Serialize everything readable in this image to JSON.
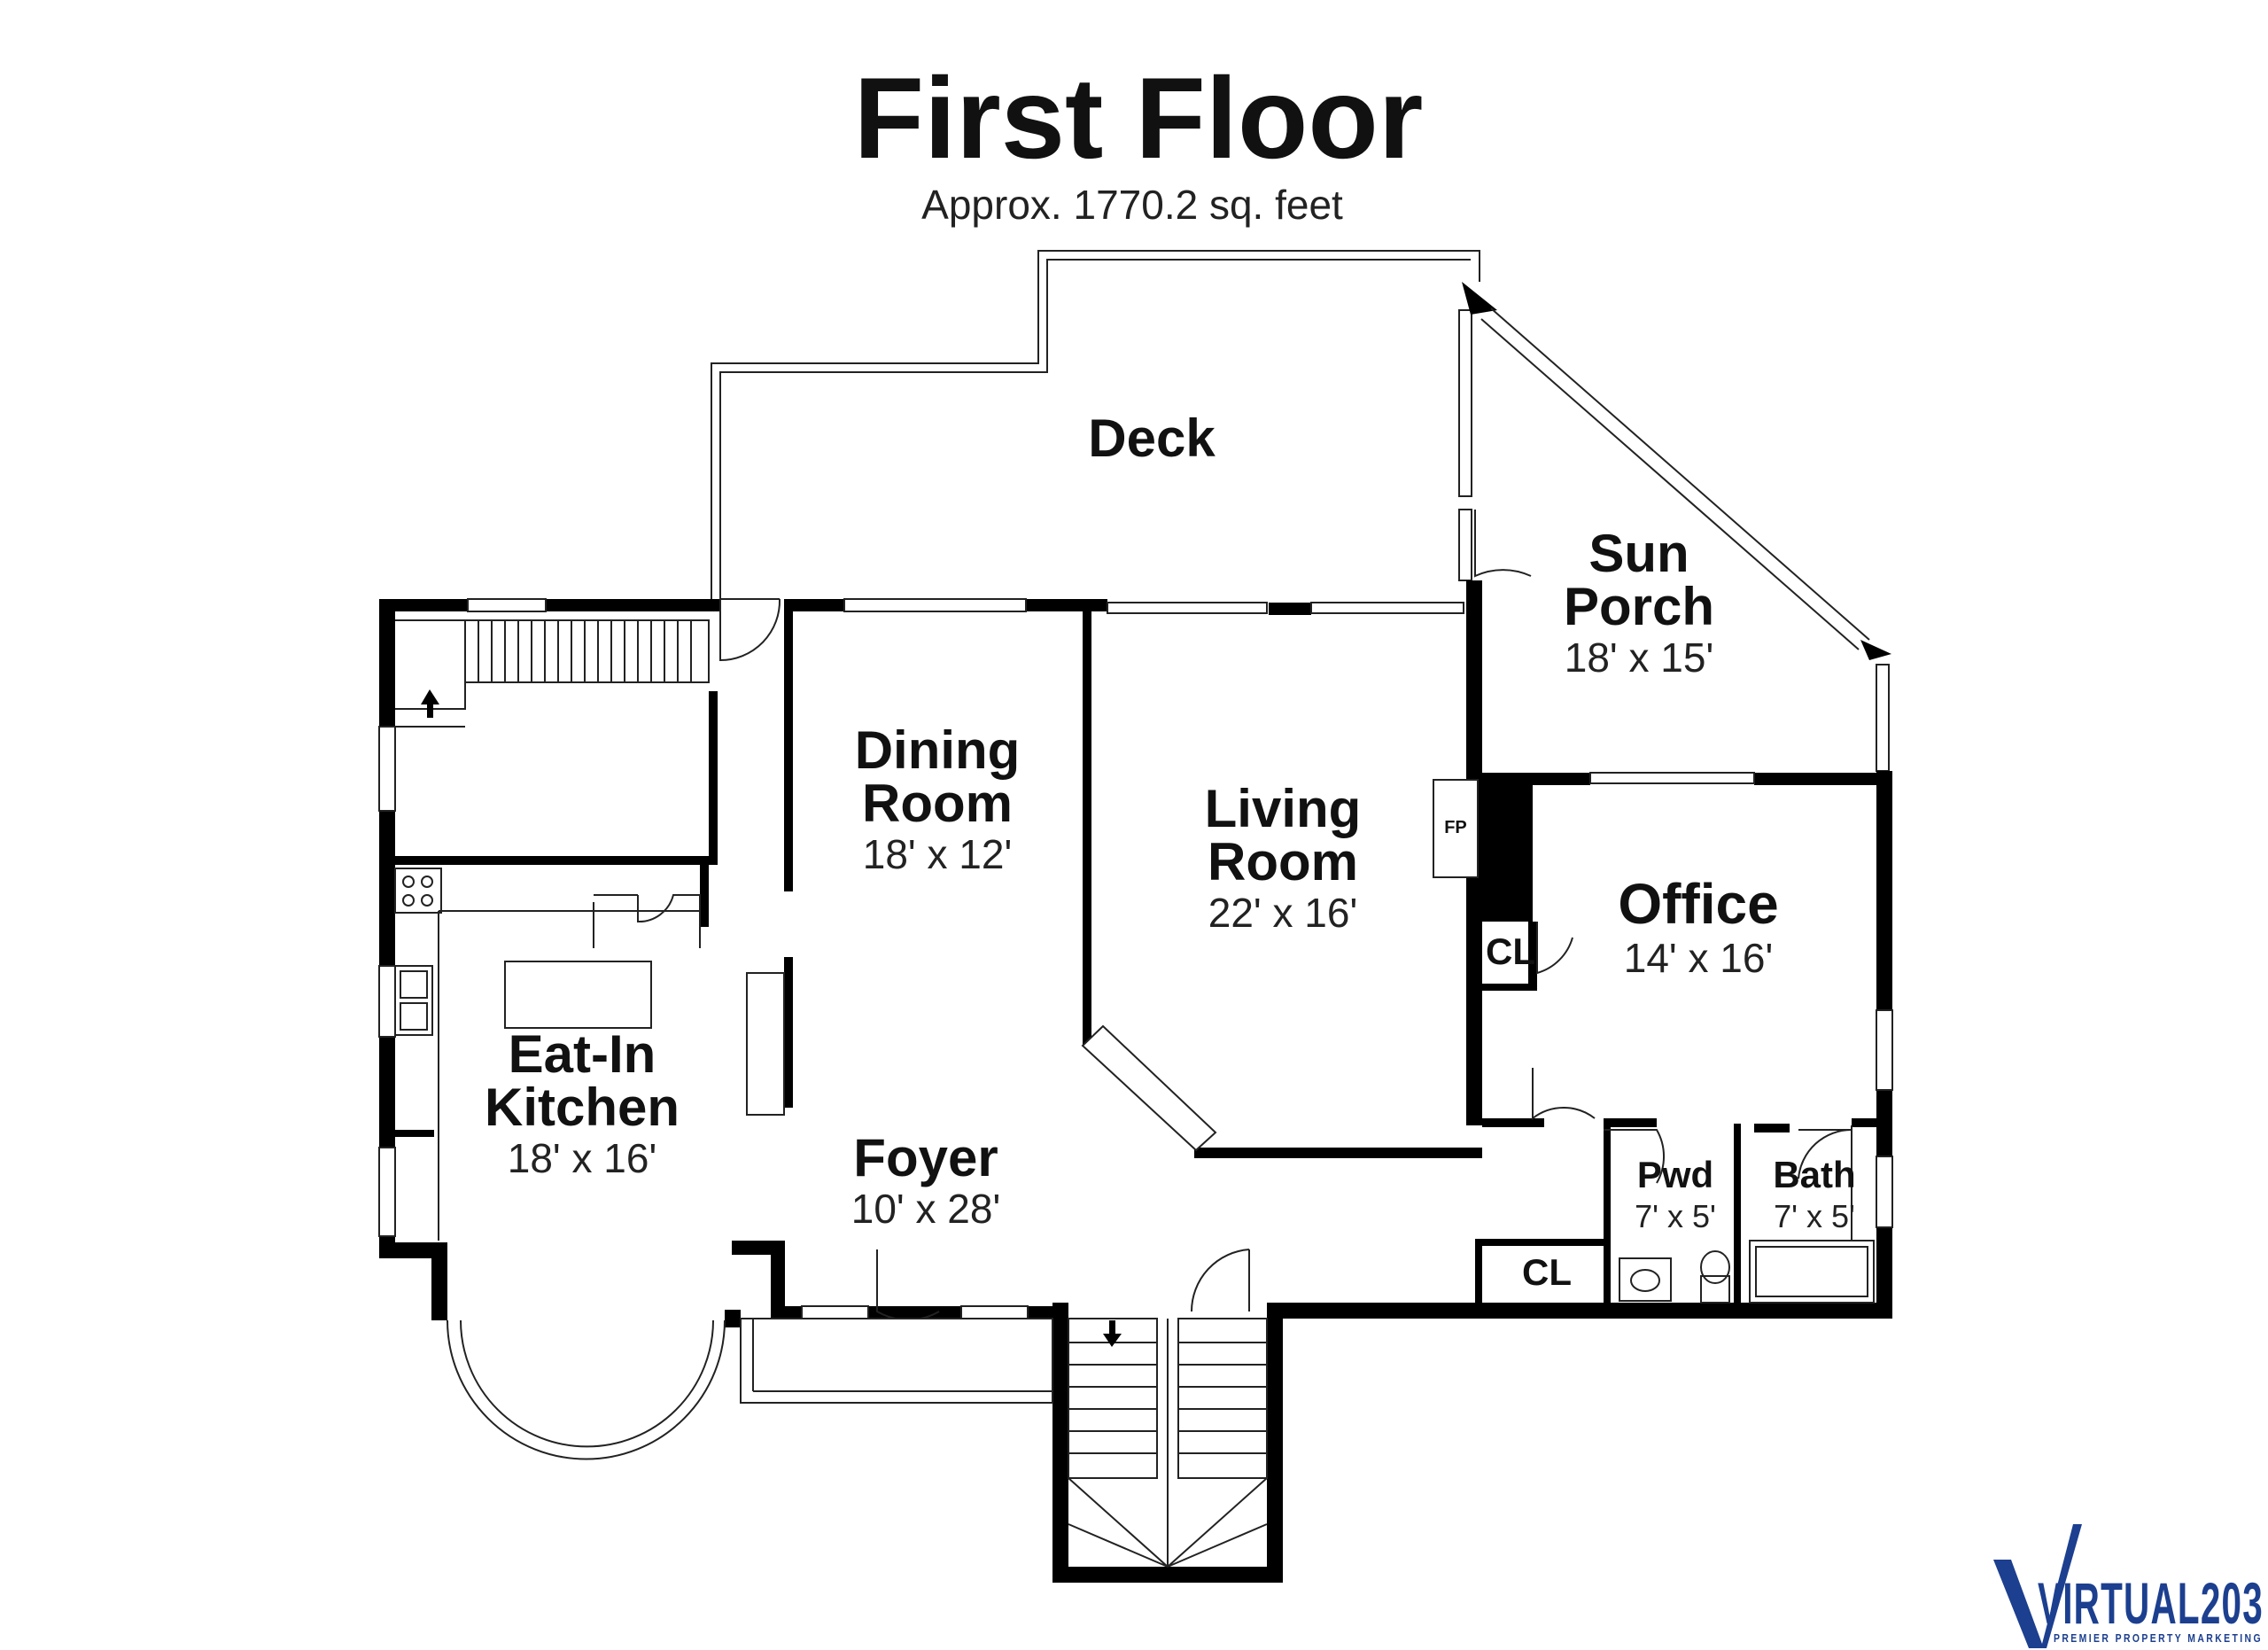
{
  "header": {
    "title": "First Floor",
    "subtitle": "Approx. 1770.2 sq. feet"
  },
  "rooms": {
    "deck": {
      "name": "Deck"
    },
    "sun_porch": {
      "name_line1": "Sun",
      "name_line2": "Porch",
      "dims": "18' x 15'"
    },
    "dining_room": {
      "name_line1": "Dining",
      "name_line2": "Room",
      "dims": "18' x 12'"
    },
    "living_room": {
      "name_line1": "Living",
      "name_line2": "Room",
      "dims": "22' x 16'"
    },
    "office": {
      "name": "Office",
      "dims": "14' x 16'"
    },
    "kitchen": {
      "name_line1": "Eat-In",
      "name_line2": "Kitchen",
      "dims": "18' x 16'"
    },
    "foyer": {
      "name": "Foyer",
      "dims": "10' x 28'"
    },
    "powder": {
      "name": "Pwd",
      "dims": "7' x 5'"
    },
    "bath": {
      "name": "Bath",
      "dims": "7' x 5'"
    },
    "closet_office": {
      "name": "CL"
    },
    "closet_hall": {
      "name": "CL"
    },
    "fireplace": {
      "name": "FP"
    }
  },
  "brand": {
    "logo_text": "VIRTUAL203",
    "tagline": "PREMIER PROPERTY MARKETING",
    "color": "#1c3f8f"
  },
  "colors": {
    "wall": "#000000",
    "line": "#222222",
    "background": "#ffffff"
  }
}
